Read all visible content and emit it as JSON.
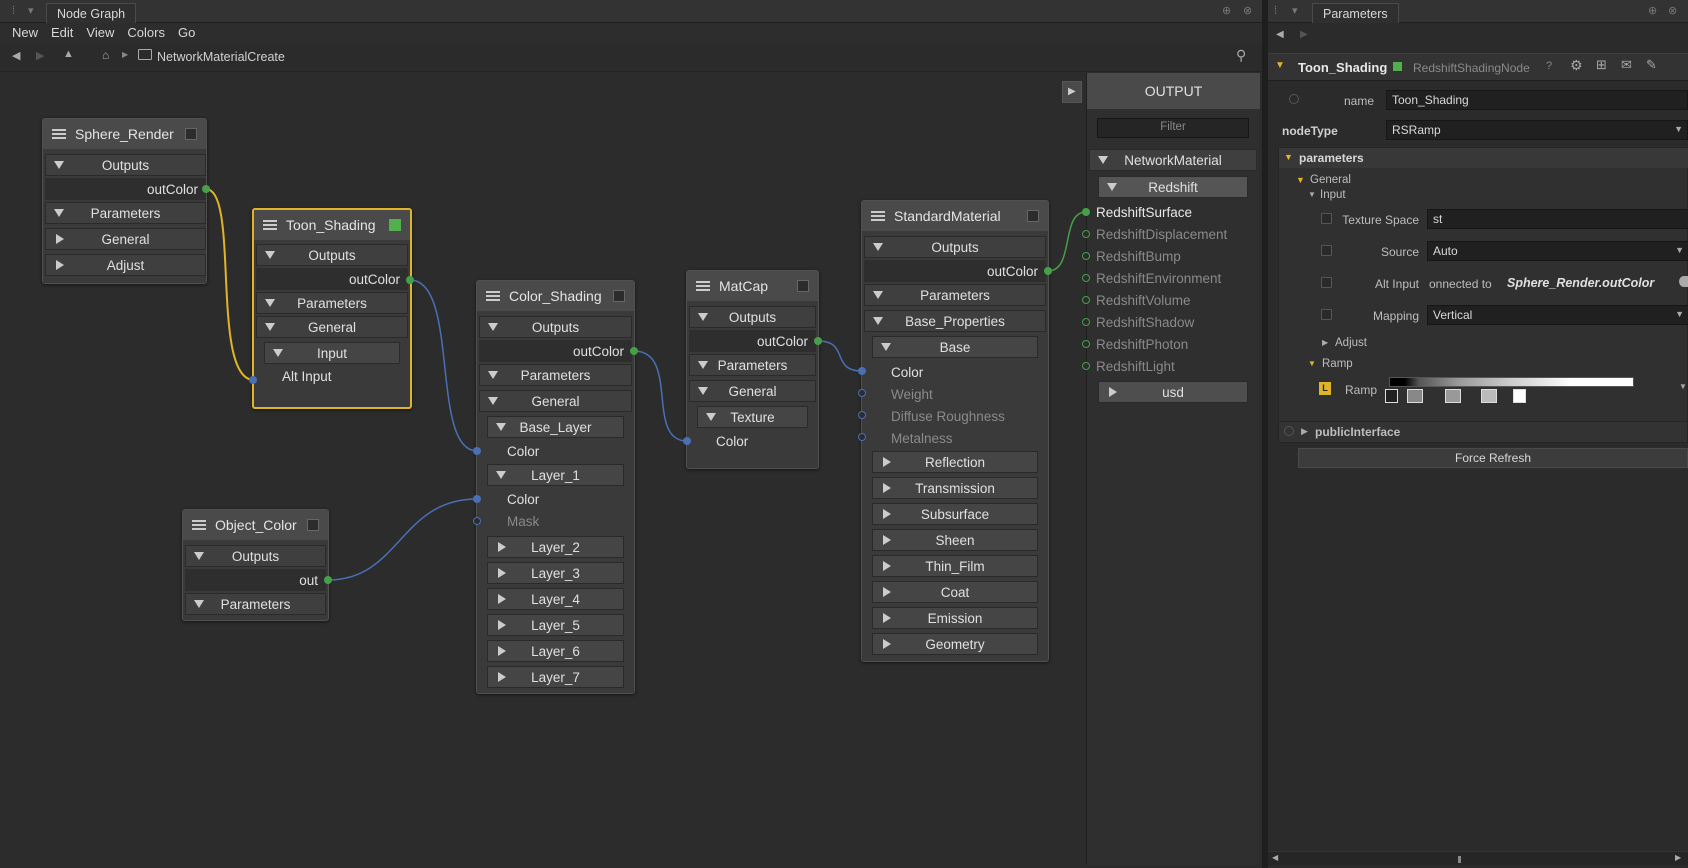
{
  "node_graph": {
    "tab_label": "Node Graph",
    "menu": [
      "New",
      "Edit",
      "View",
      "Colors",
      "Go"
    ],
    "breadcrumb": "NetworkMaterialCreate",
    "nodes": {
      "sphere_render": {
        "title": "Sphere_Render",
        "outputs": "Outputs",
        "out_port": "outColor",
        "parameters": "Parameters",
        "general": "General",
        "adjust": "Adjust"
      },
      "toon_shading": {
        "title": "Toon_Shading",
        "outputs": "Outputs",
        "out_port": "outColor",
        "parameters": "Parameters",
        "general": "General",
        "input": "Input",
        "alt_input": "Alt Input"
      },
      "object_color": {
        "title": "Object_Color",
        "outputs": "Outputs",
        "out_port": "out",
        "parameters": "Parameters"
      },
      "color_shading": {
        "title": "Color_Shading",
        "outputs": "Outputs",
        "out_port": "outColor",
        "parameters": "Parameters",
        "general": "General",
        "base_layer": "Base_Layer",
        "color": "Color",
        "layer_1": "Layer_1",
        "color2": "Color",
        "mask": "Mask",
        "layers": [
          "Layer_2",
          "Layer_3",
          "Layer_4",
          "Layer_5",
          "Layer_6",
          "Layer_7"
        ]
      },
      "matcap": {
        "title": "MatCap",
        "outputs": "Outputs",
        "out_port": "outColor",
        "parameters": "Parameters",
        "general": "General",
        "texture": "Texture",
        "color": "Color"
      },
      "standard_material": {
        "title": "StandardMaterial",
        "outputs": "Outputs",
        "out_port": "outColor",
        "parameters": "Parameters",
        "base_properties": "Base_Properties",
        "base": "Base",
        "inputs": [
          "Color",
          "Weight",
          "Diffuse Roughness",
          "Metalness"
        ],
        "groups": [
          "Reflection",
          "Transmission",
          "Subsurface",
          "Sheen",
          "Thin_Film",
          "Coat",
          "Emission",
          "Geometry"
        ]
      }
    },
    "output_panel": {
      "title": "OUTPUT",
      "filter_placeholder": "Filter",
      "network_material": "NetworkMaterial",
      "redshift": "Redshift",
      "ports": [
        "RedshiftSurface",
        "RedshiftDisplacement",
        "RedshiftBump",
        "RedshiftEnvironment",
        "RedshiftVolume",
        "RedshiftShadow",
        "RedshiftPhoton",
        "RedshiftLight"
      ],
      "usd": "usd"
    }
  },
  "parameters": {
    "tab_label": "Parameters",
    "node_name": "Toon_Shading",
    "node_type_label": "RedshiftShadingNode",
    "name_label": "name",
    "name_value": "Toon_Shading",
    "nodetype_label": "nodeType",
    "nodetype_value": "RSRamp",
    "parameters_section": "parameters",
    "general": "General",
    "input": "Input",
    "texture_space_label": "Texture Space",
    "texture_space_value": "st",
    "source_label": "Source",
    "source_value": "Auto",
    "alt_input_label": "Alt Input",
    "alt_input_prefix": "onnected to ",
    "alt_input_value": "Sphere_Render.outColor",
    "mapping_label": "Mapping",
    "mapping_value": "Vertical",
    "adjust": "Adjust",
    "ramp_section": "Ramp",
    "ramp_label": "Ramp",
    "ramp_badge": "L",
    "public_interface": "publicInterface",
    "force_refresh": "Force Refresh"
  },
  "colors": {
    "selected_border": "#e0b428",
    "green_port": "#45a048",
    "blue_port": "#4a6fb5",
    "active_flag": "#52b04c"
  }
}
